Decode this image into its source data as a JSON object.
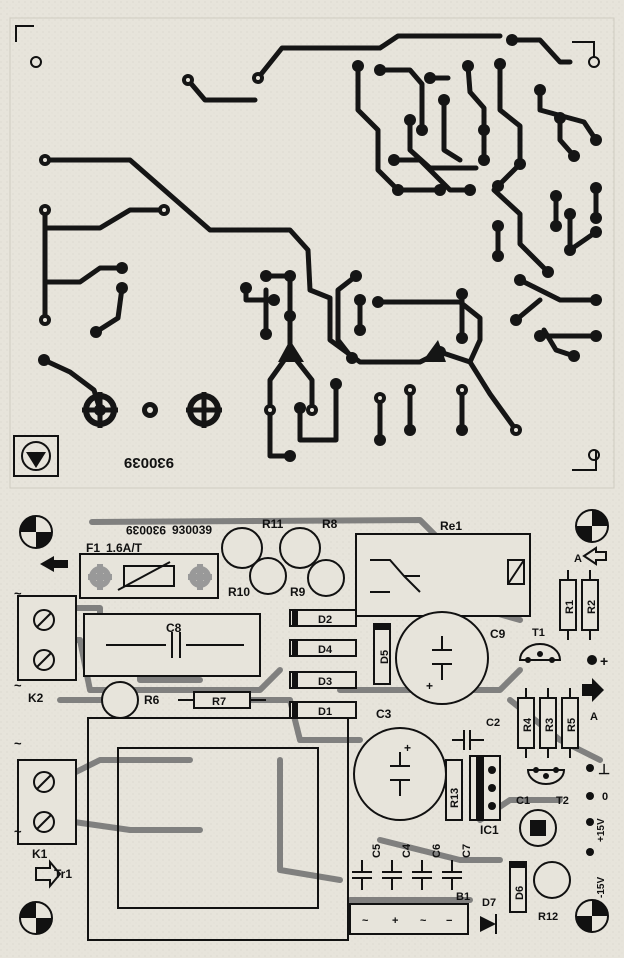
{
  "copper_side": {
    "code": "930039"
  },
  "component_side": {
    "code_mirrored": "930039",
    "code": "930039",
    "fuse": {
      "ref": "F1",
      "rating": "1.6A/T"
    },
    "labels": {
      "R11": "R11",
      "R8": "R8",
      "R10": "R10",
      "R9": "R9",
      "Re1": "Re1",
      "C8": "C8",
      "D2": "D2",
      "D4": "D4",
      "D3": "D3",
      "D1": "D1",
      "D5": "D5",
      "C9": "C9",
      "R6": "R6",
      "R7": "R7",
      "K2": "K2",
      "K1": "K1",
      "Tr1": "Tr1",
      "C3": "C3",
      "C2": "C2",
      "R13": "R13",
      "IC1": "IC1",
      "C1": "C1",
      "T1": "T1",
      "T2": "T2",
      "R1": "R1",
      "R2": "R2",
      "R3": "R3",
      "R4": "R4",
      "R5": "R5",
      "C5": "C5",
      "C4": "C4",
      "C6": "C6",
      "C7": "C7",
      "B1": "B1",
      "D7": "D7",
      "D6": "D6",
      "R12": "R12"
    },
    "terminals": {
      "A_top": "A",
      "A_bottom": "A",
      "plus": "+",
      "plus15": "+15V",
      "zero": "0",
      "minus15": "-15V",
      "gnd": "⊥",
      "tilde": "~"
    }
  }
}
